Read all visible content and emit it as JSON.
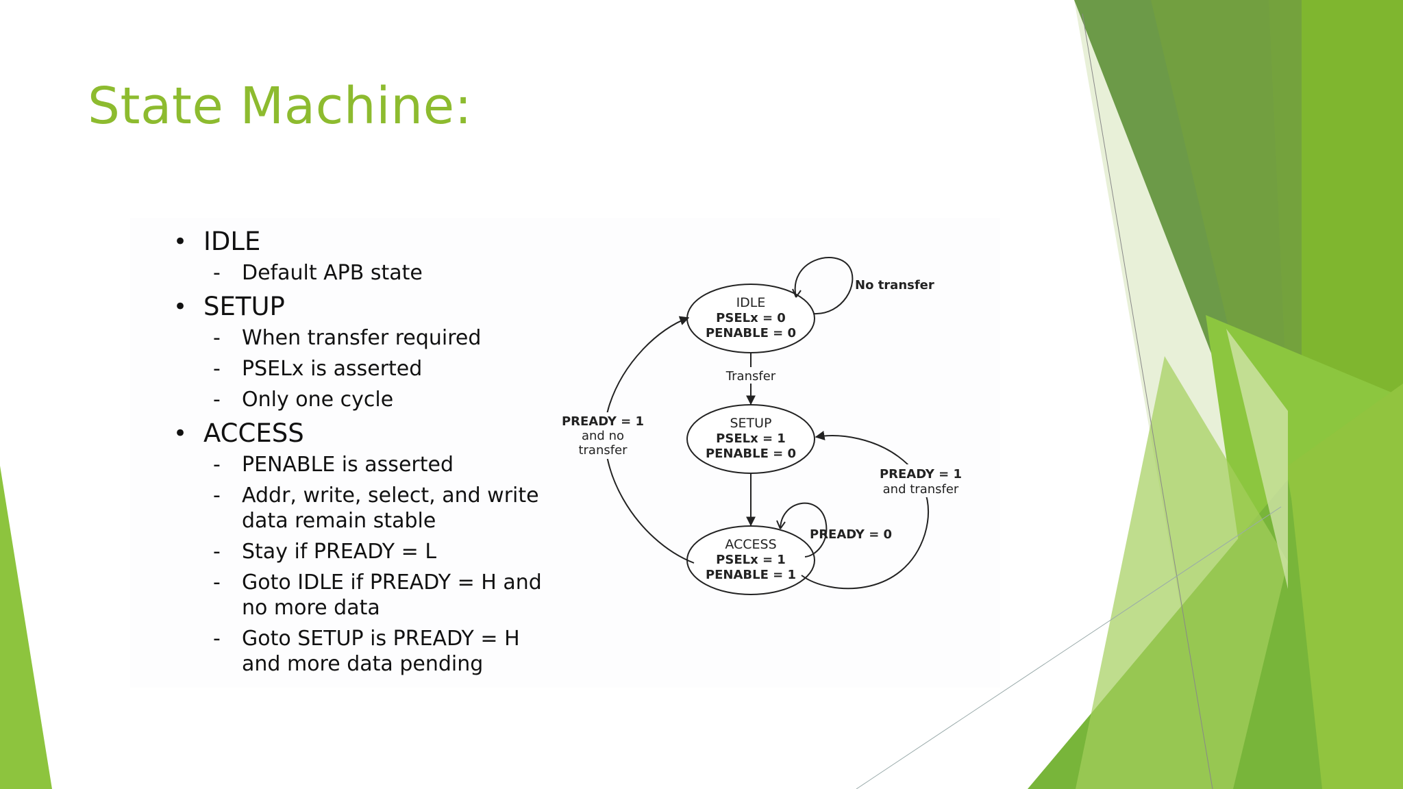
{
  "slide": {
    "title": "State Machine:",
    "theme_colors": {
      "title": "#8dbb2f",
      "accent_green": "#7cb82f",
      "dark_green": "#5a8f2a"
    }
  },
  "bullets": [
    {
      "heading": "IDLE",
      "subs": [
        "Default APB state"
      ]
    },
    {
      "heading": "SETUP",
      "subs": [
        "When transfer required",
        "PSELx is asserted",
        "Only one cycle"
      ]
    },
    {
      "heading": "ACCESS",
      "subs": [
        "PENABLE is asserted",
        "Addr, write, select, and write data remain stable",
        "Stay if PREADY = L",
        "Goto IDLE if PREADY = H and no more data",
        "Goto SETUP is PREADY = H and more data pending"
      ]
    }
  ],
  "diagram": {
    "states": {
      "idle": {
        "name": "IDLE",
        "psel": "PSELx = 0",
        "penable": "PENABLE = 0"
      },
      "setup": {
        "name": "SETUP",
        "psel": "PSELx = 1",
        "penable": "PENABLE = 0"
      },
      "access": {
        "name": "ACCESS",
        "psel": "PSELx = 1",
        "penable": "PENABLE = 1"
      }
    },
    "transitions": {
      "no_transfer": "No transfer",
      "transfer": "Transfer",
      "pready0": "PREADY = 0",
      "pready1_transfer_l1": "PREADY = 1",
      "pready1_transfer_l2": "and transfer",
      "pready1_notransfer_l1": "PREADY = 1",
      "pready1_notransfer_l2": "and  no",
      "pready1_notransfer_l3": "transfer"
    }
  }
}
